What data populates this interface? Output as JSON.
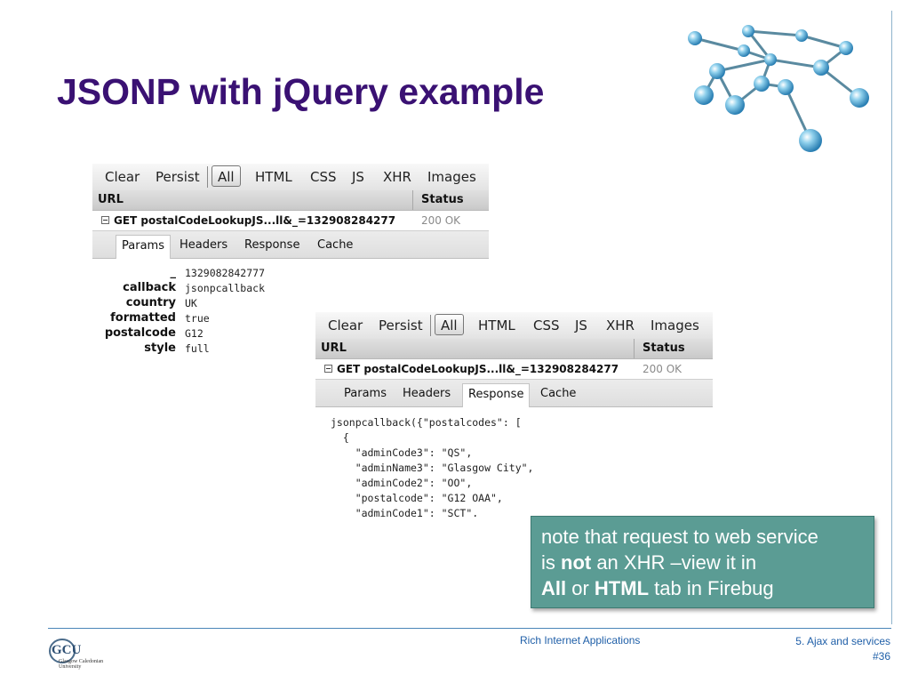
{
  "slide": {
    "title": "JSONP with jQuery example",
    "logo_text": "GCU",
    "logo_sub1": "Glasgow Caledonian",
    "logo_sub2": "University",
    "footer_center": "Rich Internet Applications",
    "footer_right_line1": "5. Ajax and services",
    "footer_right_line2": "#36",
    "colors": {
      "title": "#3a1173",
      "note_bg": "#5b9c94",
      "footer_text": "#1f5fa8",
      "rule": "#4a86b8"
    }
  },
  "panel1": {
    "toolbar": [
      "Clear",
      "Persist",
      "All",
      "HTML",
      "CSS",
      "JS",
      "XHR",
      "Images"
    ],
    "active_toolbar": "All",
    "col_url": "URL",
    "col_status": "Status",
    "request": "GET postalCodeLookupJS...ll&_=132908284277",
    "request_status": "200 OK",
    "tabs": [
      "Params",
      "Headers",
      "Response",
      "Cache"
    ],
    "active_tab": "Params",
    "params": [
      {
        "key": "_",
        "value": "1329082842777"
      },
      {
        "key": "callback",
        "value": "jsonpcallback"
      },
      {
        "key": "country",
        "value": "UK"
      },
      {
        "key": "formatted",
        "value": "true"
      },
      {
        "key": "postalcode",
        "value": "G12"
      },
      {
        "key": "style",
        "value": "full"
      }
    ]
  },
  "panel2": {
    "toolbar": [
      "Clear",
      "Persist",
      "All",
      "HTML",
      "CSS",
      "JS",
      "XHR",
      "Images"
    ],
    "active_toolbar": "All",
    "col_url": "URL",
    "col_status": "Status",
    "request": "GET postalCodeLookupJS...ll&_=132908284277",
    "request_status": "200 OK",
    "tabs": [
      "Params",
      "Headers",
      "Response",
      "Cache"
    ],
    "active_tab": "Response",
    "response_lines": [
      "jsonpcallback({\"postalcodes\": [",
      "  {",
      "    \"adminCode3\": \"QS\",",
      "    \"adminName3\": \"Glasgow City\",",
      "    \"adminCode2\": \"OO\",",
      "    \"postalcode\": \"G12 OAA\",",
      "    \"adminCode1\": \"SCT\","
    ]
  },
  "note": {
    "line1": "note that request to web service",
    "line2_pre": "is ",
    "line2_bold": "not",
    "line2_post": " an XHR –view it in",
    "line3_bold1": "All",
    "line3_mid": " or ",
    "line3_bold2": "HTML",
    "line3_post": " tab in Firebug"
  }
}
